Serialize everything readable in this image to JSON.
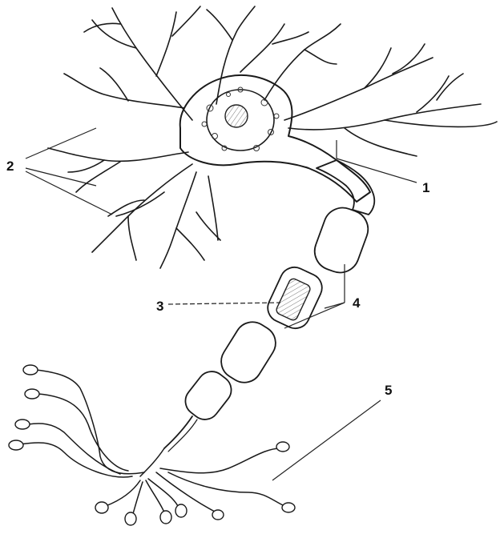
{
  "labels": {
    "l1": "1",
    "l2": "2",
    "l3": "3",
    "l4": "4",
    "l5": "5"
  },
  "colors": {
    "ink": "#1a1a1a",
    "background": "#ffffff"
  }
}
